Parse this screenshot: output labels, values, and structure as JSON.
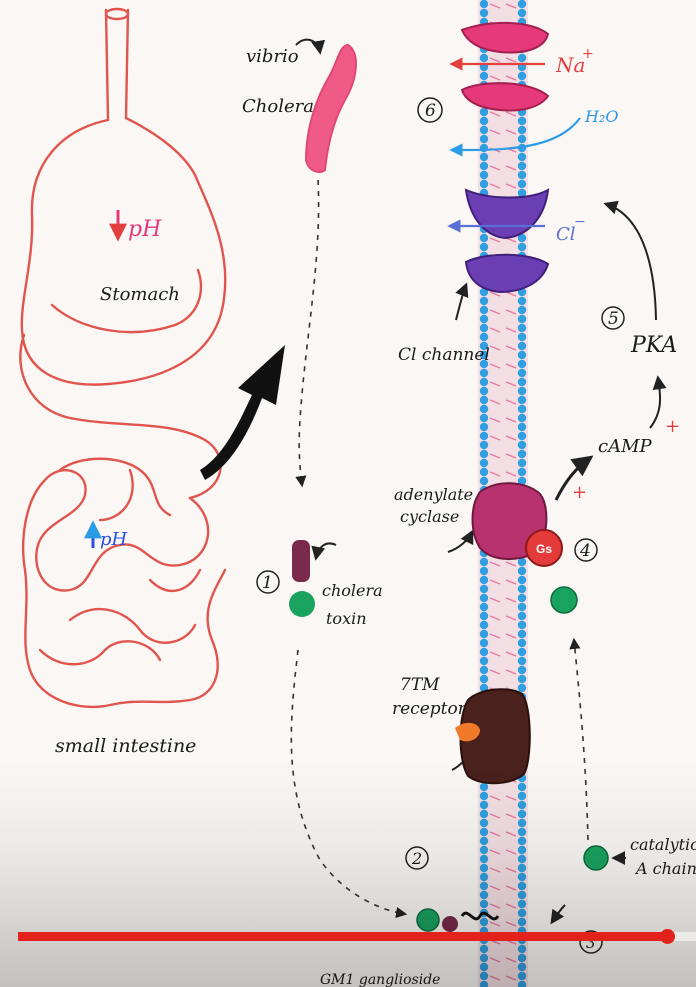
{
  "labels": {
    "vibrio": "vibrio",
    "cholera": "Cholera",
    "stomach_ph": "pH",
    "stomach": "Stomach",
    "intestine_ph": "pH",
    "small_intestine": "small intestine",
    "step1": "1",
    "cholera_toxin_1": "cholera",
    "cholera_toxin_2": "toxin",
    "step2": "2",
    "step3": "3",
    "step4": "4",
    "step5": "5",
    "step6": "6",
    "na": "Na",
    "na_sup": "+",
    "h2o": "H₂O",
    "cl": "Cl",
    "cl_sup": "−",
    "cl_channel": "Cl channel",
    "pka": "PKA",
    "camp": "cAMP",
    "plus": "+",
    "adenylate_1": "adenylate",
    "adenylate_2": "cyclase",
    "gs": "Gs",
    "receptor_1": "7TM",
    "receptor_2": "receptor",
    "catalytic_1": "catalytic",
    "catalytic_2": "A chain",
    "gm1": "GM1 ganglioside"
  },
  "colors": {
    "intestine": "#e0554d",
    "membrane": "#2f9fe0",
    "sodium": "#e6397a",
    "chloride": "#6b3fb3",
    "water_arrow": "#2b9be8",
    "toxin_green": "#1aa35f",
    "adenylate": "#b8326f",
    "receptor": "#4a211c",
    "progress": "#e3231b"
  },
  "video": {
    "progress_fraction": 0.957
  }
}
